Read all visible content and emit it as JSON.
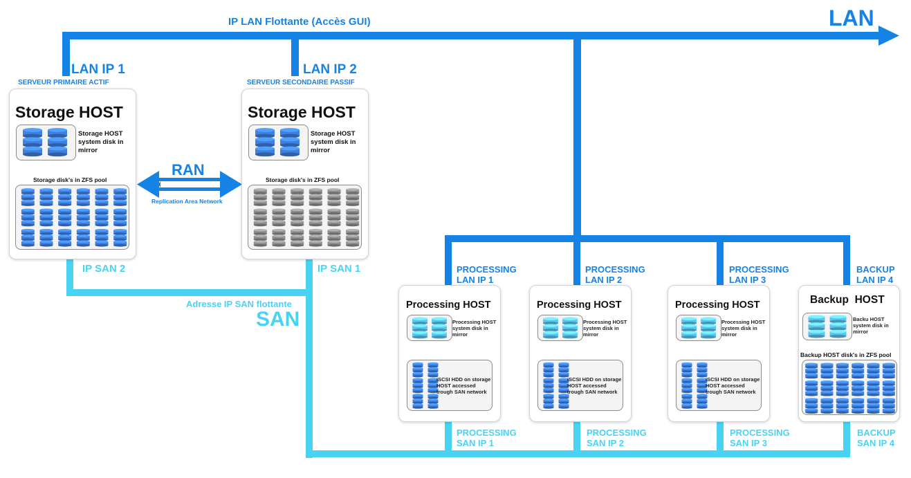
{
  "colors": {
    "lan": "#1583e6",
    "san": "#48d3f5",
    "disk_blue": "#3f7fe0",
    "disk_gray": "#8e8e8e",
    "disk_cyan": "#5ec4f0"
  },
  "lan": {
    "label": "LAN",
    "floating_label": "IP LAN Flottante (Accès GUI)"
  },
  "san": {
    "label": "SAN",
    "floating_label": "Adresse IP SAN flottante"
  },
  "ran": {
    "label": "RAN",
    "sublabel": "Replication Area Network"
  },
  "storage_primary": {
    "lan_ip": "LAN IP 1",
    "role": "SERVEUR PRIMAIRE ACTIF",
    "title": "Storage HOST",
    "system_disk": "Storage HOST system disk in mirror",
    "pool_label": "Storage disk's in ZFS pool",
    "san_ip": "IP SAN 2"
  },
  "storage_secondary": {
    "lan_ip": "LAN IP 2",
    "role": "SERVEUR SECONDAIRE PASSIF",
    "title": "Storage HOST",
    "system_disk": "Storage HOST system disk in mirror",
    "pool_label": "Storage disk's in ZFS pool",
    "san_ip": "IP SAN 1"
  },
  "processing_hosts": [
    {
      "lan_label": "PROCESSING LAN IP 1",
      "title": "Processing HOST",
      "system_disk": "Processing HOST system disk in mirror",
      "iscsi": "iSCSI HDD on storage HOST accessed trough SAN network",
      "san_label": "PROCESSING SAN IP 1"
    },
    {
      "lan_label": "PROCESSING LAN IP 2",
      "title": "Processing HOST",
      "system_disk": "Processing HOST system disk in mirror",
      "iscsi": "iSCSI HDD on storage HOST accessed trough SAN network",
      "san_label": "PROCESSING SAN IP 2"
    },
    {
      "lan_label": "PROCESSING LAN IP 3",
      "title": "Processing HOST",
      "system_disk": "Processing HOST system disk in mirror",
      "iscsi": "iSCSI HDD on storage HOST accessed trough SAN network",
      "san_label": "PROCESSING SAN IP 3"
    }
  ],
  "backup_host": {
    "lan_label": "BACKUP LAN IP 4",
    "title": "Backup  HOST",
    "system_disk": "Backu HOST system disk in mirror",
    "pool_label": "Backup HOST disk's in ZFS pool",
    "san_label": "BACKUP SAN IP 4"
  }
}
